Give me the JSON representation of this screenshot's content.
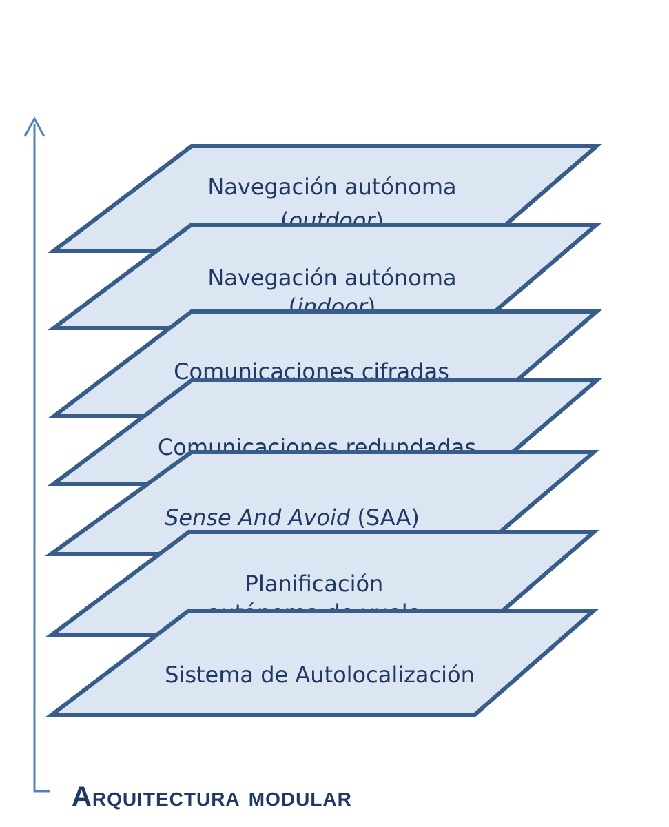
{
  "title": "Arquitectura modular",
  "colors": {
    "fill": "#dce6f2",
    "stroke": "#385d8a",
    "text": "#1f3864",
    "arrow": "#4f81bd"
  },
  "layers": [
    {
      "lines": [
        [
          {
            "t": "Navegación autónoma"
          }
        ],
        [
          {
            "t": "("
          },
          {
            "t": "outdoor",
            "em": true
          },
          {
            "t": ")"
          }
        ]
      ]
    },
    {
      "lines": [
        [
          {
            "t": "Navegación autónoma"
          }
        ],
        [
          {
            "t": "("
          },
          {
            "t": "indoor",
            "em": true
          },
          {
            "t": ")"
          }
        ]
      ]
    },
    {
      "lines": [
        [
          {
            "t": "Comunicaciones cifradas"
          }
        ]
      ]
    },
    {
      "lines": [
        [
          {
            "t": "Comunicaciones redundadas"
          }
        ]
      ]
    },
    {
      "lines": [
        [
          {
            "t": "Sense And Avoid",
            "em": true
          },
          {
            "t": " (SAA)"
          }
        ]
      ]
    },
    {
      "lines": [
        [
          {
            "t": "Planificación"
          }
        ],
        [
          {
            "t": "autónoma de vuelo"
          }
        ]
      ]
    },
    {
      "lines": [
        [
          {
            "t": "Sistema de Autolocalización"
          }
        ]
      ]
    }
  ]
}
